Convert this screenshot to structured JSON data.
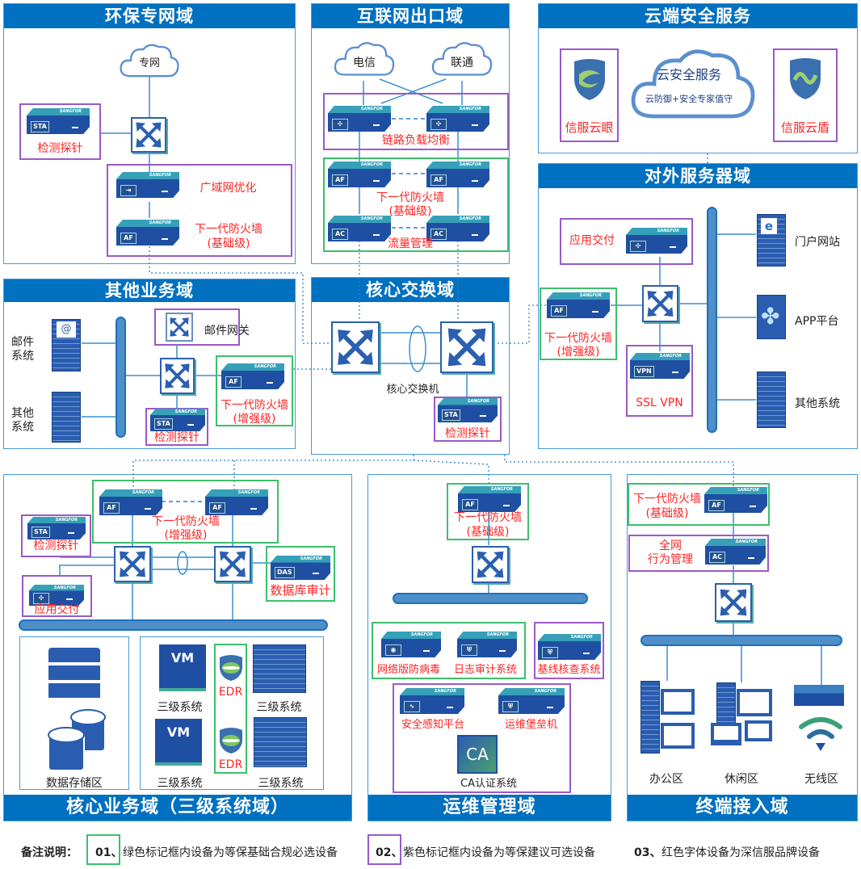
{
  "brand": "SANGFOR",
  "badges": {
    "af": "AF",
    "ac": "AC",
    "sta": "STA",
    "das": "DAS",
    "vpn": "VPN",
    "vm": "VM",
    "ca": "CA"
  },
  "hb": {
    "title": "环保专网域",
    "cloud": "专网",
    "probe": "检测探针",
    "wan": "广域网优化",
    "fw": "下一代防火墙",
    "fw_level": "(基础级)"
  },
  "inet": {
    "title": "互联网出口域",
    "cloud1": "电信",
    "cloud2": "联通",
    "lb": "链路负载均衡",
    "fw": "下一代防火墙",
    "fw_level": "(基础级)",
    "ac": "流量管理"
  },
  "cloudsec": {
    "title": "云端安全服务",
    "left": "信服云眼",
    "center_title": "云安全服务",
    "center_sub": "云防御+安全专家值守",
    "right": "信服云盾"
  },
  "ext": {
    "title": "对外服务器域",
    "ad": "应用交付",
    "fw": "下一代防火墙",
    "fw_level": "(增强级)",
    "vpn": "SSL VPN",
    "servers": [
      "门户网站",
      "APP平台",
      "其他系统"
    ]
  },
  "other": {
    "title": "其他业务域",
    "mail_sys": [
      "邮件",
      "系统"
    ],
    "other_sys": [
      "其他",
      "系统"
    ],
    "mail_gw": "邮件网关",
    "fw": "下一代防火墙",
    "fw_level": "(增强级)",
    "probe": "检测探针"
  },
  "core": {
    "title": "核心交换域",
    "switch": "核心交换机",
    "probe": "检测探针"
  },
  "biz": {
    "title": "核心业务域（三级系统域）",
    "fw": "下一代防火墙",
    "fw_level": "(增强级)",
    "probe": "检测探针",
    "ad": "应用交付",
    "das": "数据库审计",
    "storage": "数据存储区",
    "sys": [
      "三级系统",
      "三级系统",
      "三级系统",
      "三级系统"
    ],
    "edr": [
      "EDR",
      "EDR"
    ]
  },
  "ops": {
    "title": "运维管理域",
    "fw": "下一代防火墙",
    "fw_level": "(基础级)",
    "av": "网络版防病毒",
    "log": "日志审计系统",
    "baseline": "基线核查系统",
    "sip": "安全感知平台",
    "bastion": "运维堡垒机",
    "ca_label": "CA认证系统"
  },
  "term": {
    "title": "终端接入域",
    "fw": "下一代防火墙",
    "fw_level": "(基础级)",
    "bm": [
      "全网",
      "行为管理"
    ],
    "zones": [
      "办公区",
      "休闲区",
      "无线区"
    ]
  },
  "legend": {
    "title": "备注说明：",
    "n1": "01、",
    "t1": "绿色标记框内设备为等保基础合规必选设备",
    "n2": "02、",
    "t2": "紫色标记框内设备为等保建议可选设备",
    "n3": "03、",
    "t3": "红色字体设备为深信服品牌设备"
  },
  "colors": {
    "header": "#0070c0",
    "green_box": "#3cc06a",
    "purple_box": "#9b59c9",
    "brand_text": "#ff2424"
  }
}
